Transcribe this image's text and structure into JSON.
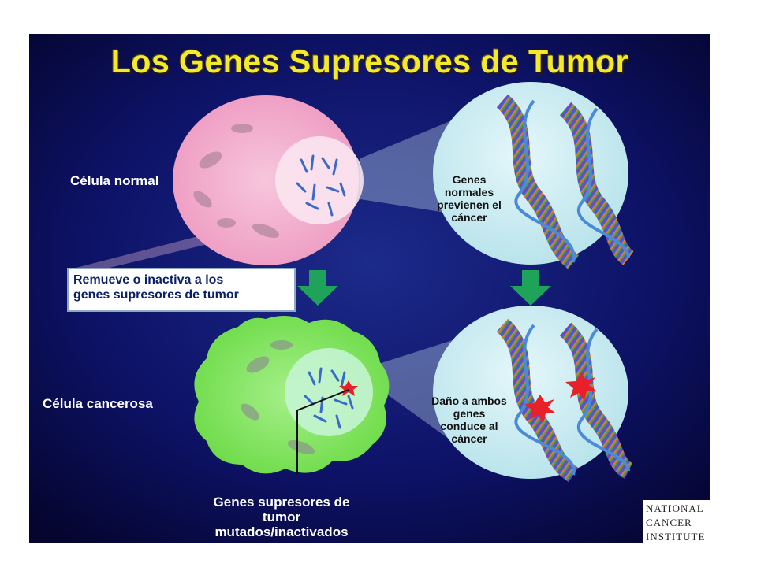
{
  "title": "Los Genes Supresores de Tumor",
  "labels": {
    "normal_cell": "Célula normal",
    "cancer_cell": "Célula cancerosa"
  },
  "callout": {
    "line1": "Remueve o inactiva a los",
    "line2": "genes supresores de tumor"
  },
  "dna_top": {
    "lines": [
      "Genes",
      "normales",
      "previenen el",
      "cáncer"
    ]
  },
  "dna_bottom": {
    "lines": [
      "Daño a ambos",
      "genes",
      "conduce al",
      "cáncer"
    ]
  },
  "mutated_label": {
    "lines": [
      "Genes supresores de",
      "tumor",
      "mutados/inactivados"
    ]
  },
  "logo": {
    "lines": [
      "NATIONAL",
      "CANCER",
      "INSTITUTE"
    ]
  },
  "colors": {
    "background": "#0a0a4a",
    "title": "#f2ea2a",
    "normal_cell": "#f2a8c8",
    "cancer_cell": "#7ee05a",
    "zoom_circle": "#c9ecf2",
    "arrow": "#1fa35a",
    "damage": "#e8202a"
  }
}
